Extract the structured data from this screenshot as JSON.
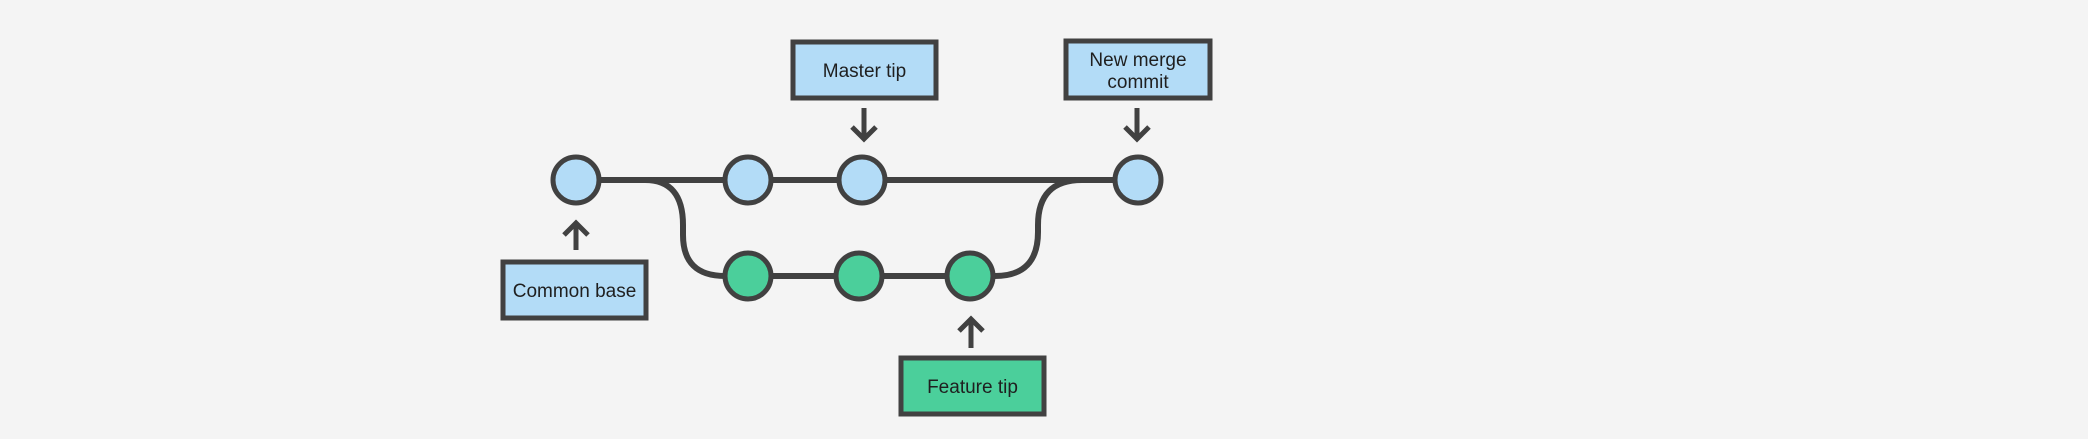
{
  "diagram": {
    "labels": {
      "master_tip": "Master tip",
      "merge_commit_line1": "New merge",
      "merge_commit_line2": "commit",
      "common_base": "Common base",
      "feature_tip": "Feature tip"
    },
    "colors": {
      "background": "#f4f4f4",
      "stroke": "#414141",
      "master_fill": "#b3dcf7",
      "feature_fill": "#4bcf9b"
    }
  }
}
